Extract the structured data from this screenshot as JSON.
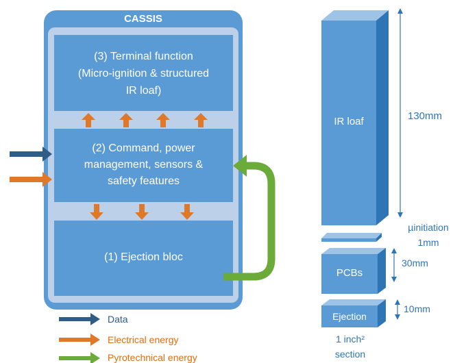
{
  "cassis": {
    "title": "CASSIS",
    "terminal_block": "(3) Terminal function\n(Micro-ignition & structured\nIR loaf)",
    "command_block": "(2) Command, power\nmanagement, sensors &\nsafety features",
    "ejection_block": "(1) Ejection bloc"
  },
  "legend": {
    "items": [
      {
        "label": "Data",
        "color": "#2f5d86"
      },
      {
        "label": "Electrical energy",
        "color": "#e0782a"
      },
      {
        "label": "Pyrotechnical energy",
        "color": "#6aab3a"
      }
    ]
  },
  "stack": {
    "ir_loaf": "IR loaf",
    "ir_loaf_dim": "130mm",
    "initiation_dim": "µinitiation\n1mm",
    "pcbs": "PCBs",
    "pcbs_dim": "30mm",
    "ejection": "Ejection",
    "ejection_dim": "10mm",
    "section": "1 inch²\nsection"
  },
  "colors": {
    "outer": "#5b9bd5",
    "inner_bg": "#bdd0e9",
    "block": "#5b9bd5",
    "arrow_orange": "#e0782a",
    "arrow_blue": "#2f5d86",
    "arrow_green": "#6aab3a",
    "dim_blue": "#2e75b6"
  }
}
